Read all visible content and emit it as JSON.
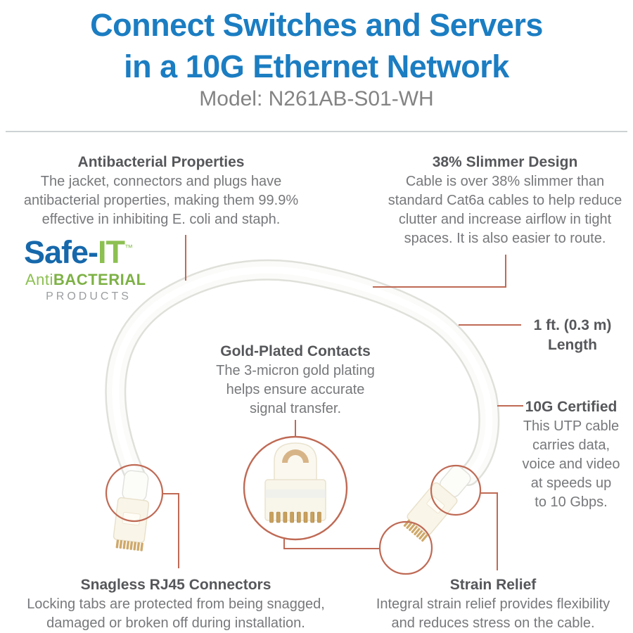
{
  "header": {
    "title_line1": "Connect Switches and Servers",
    "title_line2": "in a 10G Ethernet Network",
    "model": "Model: N261AB-S01-WH"
  },
  "logo": {
    "safe": "Safe-",
    "it": "IT",
    "tm": "™",
    "anti": "Anti",
    "bacterial": "BACTERIAL",
    "products": "PRODUCTS"
  },
  "callouts": {
    "antibacterial": {
      "title": "Antibacterial Properties",
      "lines": [
        "The jacket, connectors and plugs have",
        "antibacterial properties, making them 99.9%",
        "effective in inhibiting E. coli and staph."
      ]
    },
    "slimmer": {
      "title": "38% Slimmer Design",
      "lines": [
        "Cable is over 38% slimmer than",
        "standard Cat6a cables to help reduce",
        "clutter and increase airflow in tight",
        "spaces. It is also easier to route."
      ]
    },
    "length": {
      "title_line1": "1 ft. (0.3 m)",
      "title_line2": "Length"
    },
    "gold": {
      "title": "Gold-Plated Contacts",
      "lines": [
        "The 3-micron gold plating",
        "helps ensure accurate",
        "signal transfer."
      ]
    },
    "certified": {
      "title": "10G Certified",
      "lines": [
        "This UTP cable",
        "carries data,",
        "voice and video",
        "at speeds up",
        "to 10 Gbps."
      ]
    },
    "snagless": {
      "title": "Snagless RJ45 Connectors",
      "lines": [
        "Locking tabs are protected from being snagged,",
        "damaged or broken off during installation."
      ]
    },
    "strain": {
      "title": "Strain Relief",
      "lines": [
        "Integral strain relief provides flexibility",
        "and reduces stress on the cable."
      ]
    }
  },
  "colors": {
    "title_blue": "#1b7dc2",
    "logo_blue": "#1668ab",
    "logo_green": "#8cc051",
    "logo_green_dark": "#7db145",
    "heading_gray": "#56575a",
    "body_gray": "#77787b",
    "accent": "#bf6a55",
    "divider": "#cdd2d4"
  }
}
